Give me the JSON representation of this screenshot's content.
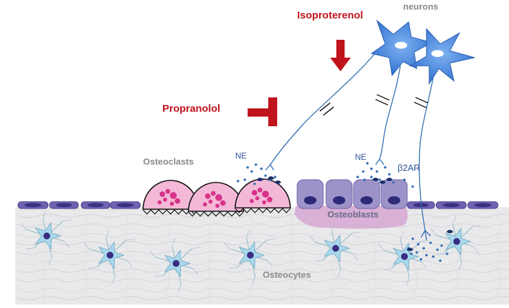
{
  "labels": {
    "neurons": "neurons",
    "isoproterenol": "Isoproterenol",
    "propranolol": "Propranolol",
    "osteoclasts": "Osteoclasts",
    "ne_left": "NE",
    "ne_right": "NE",
    "b2ar": "β2AR",
    "osteoblasts": "Osteoblasts",
    "osteocytes": "Osteocytes"
  },
  "colors": {
    "drug_red": "#c0141c",
    "neuron_blue": "#3d7fd9",
    "nerve_line": "#2e6eb5",
    "osteoclast_fill": "#f3b8d6",
    "osteoclast_nuclei": "#d8338a",
    "osteoblast_fill": "#9e93c9",
    "osteoblast_nucleus": "#2e2a7a",
    "osteoblast_base": "#d9b0d6",
    "lining_cell": "#6e63b0",
    "osteocyte_fill": "#a8d8ec",
    "osteocyte_nucleus": "#3b2e82",
    "bone_matrix": "#e8e8ea",
    "text_grey": "#8a8a8a",
    "text_blue": "#2f5597"
  },
  "icons": {
    "isoproterenol_marker": "down-arrow-icon",
    "propranolol_marker": "t-bar-inhibition-icon"
  }
}
